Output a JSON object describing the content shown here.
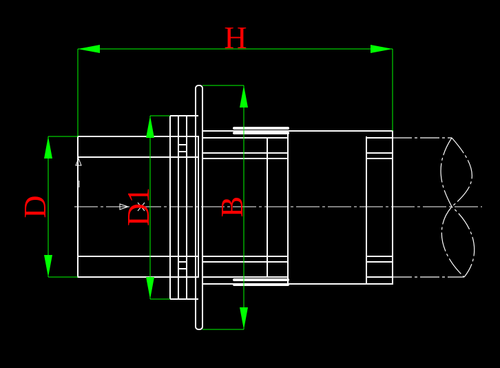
{
  "colors": {
    "background": "#000000",
    "outline": "#ffffff",
    "dimension_line": "#00ff00",
    "dimension_text": "#ff0000"
  },
  "labels": {
    "H": "H",
    "D": "D",
    "D1": "D1",
    "B": "B"
  }
}
